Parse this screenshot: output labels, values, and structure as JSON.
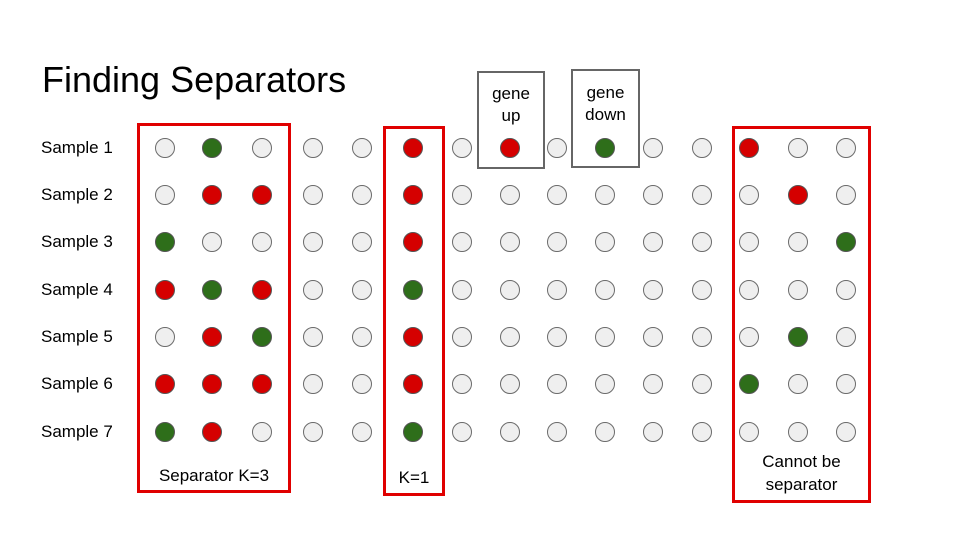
{
  "title": "Finding Separators",
  "colors": {
    "up": "#d50000",
    "down": "#2e6e1a",
    "neutral": "#efefef",
    "separator_box": "#e00000",
    "legend_box": "#666666"
  },
  "samples": [
    "Sample 1",
    "Sample 2",
    "Sample 3",
    "Sample 4",
    "Sample 5",
    "Sample 6",
    "Sample 7"
  ],
  "matrix": [
    [
      "n",
      "g",
      "n",
      "n",
      "n",
      "r",
      "n",
      "r",
      "n",
      "g",
      "n",
      "n",
      "r",
      "n",
      "n"
    ],
    [
      "n",
      "r",
      "r",
      "n",
      "n",
      "r",
      "n",
      "n",
      "n",
      "n",
      "n",
      "n",
      "n",
      "r",
      "n"
    ],
    [
      "g",
      "n",
      "n",
      "n",
      "n",
      "r",
      "n",
      "n",
      "n",
      "n",
      "n",
      "n",
      "n",
      "n",
      "g"
    ],
    [
      "r",
      "g",
      "r",
      "n",
      "n",
      "g",
      "n",
      "n",
      "n",
      "n",
      "n",
      "n",
      "n",
      "n",
      "n"
    ],
    [
      "n",
      "r",
      "g",
      "n",
      "n",
      "r",
      "n",
      "n",
      "n",
      "n",
      "n",
      "n",
      "n",
      "g",
      "n"
    ],
    [
      "r",
      "r",
      "r",
      "n",
      "n",
      "r",
      "n",
      "n",
      "n",
      "n",
      "n",
      "n",
      "g",
      "n",
      "n"
    ],
    [
      "g",
      "r",
      "n",
      "n",
      "n",
      "g",
      "n",
      "n",
      "n",
      "n",
      "n",
      "n",
      "n",
      "n",
      "n"
    ]
  ],
  "legend": {
    "up": {
      "line1": "gene",
      "line2": "up"
    },
    "down": {
      "line1": "gene",
      "line2": "down"
    }
  },
  "separators": {
    "k3": {
      "label": "Separator K=3"
    },
    "k1": {
      "label": "K=1"
    },
    "none": {
      "line1": "Cannot be",
      "line2": "separator"
    }
  }
}
